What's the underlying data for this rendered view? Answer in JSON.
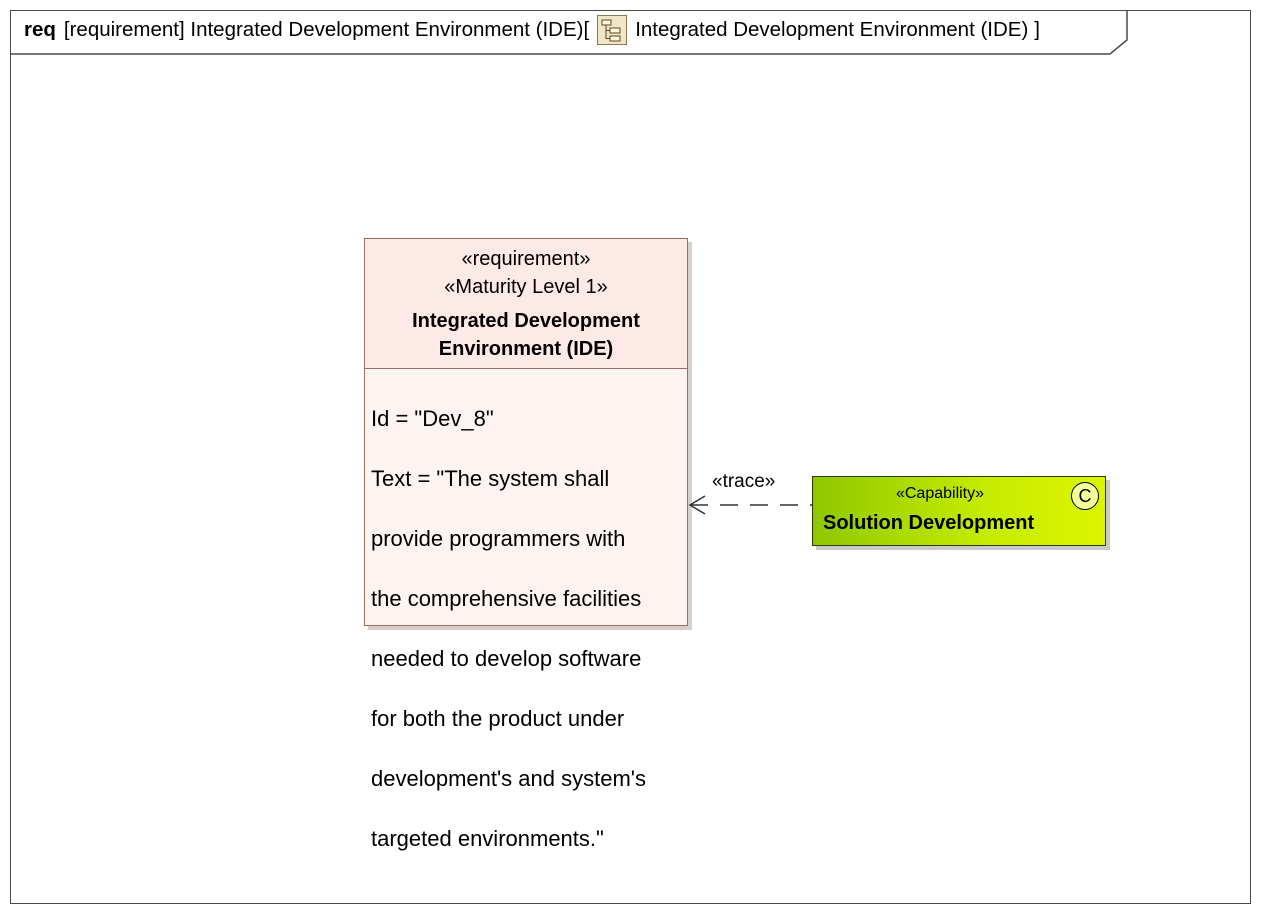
{
  "frame": {
    "keyword": "req",
    "header_text": "[requirement] Integrated Development Environment (IDE)[",
    "diagram_name": "Integrated Development Environment (IDE)",
    "closing": "]",
    "icon": "diagram-tree-icon"
  },
  "requirement": {
    "stereotype1": "«requirement»",
    "stereotype2": "«Maturity Level 1»",
    "name_line1": "Integrated Development",
    "name_line2": "Environment (IDE)",
    "id_line": "Id = \"Dev_8\"",
    "text_lines": [
      "Text = \"The system shall",
      "provide programmers with",
      "the comprehensive facilities",
      "needed to develop software",
      "for both the product under",
      "development's and system's",
      "targeted environments.\""
    ]
  },
  "relation": {
    "label": "«trace»"
  },
  "capability": {
    "stereotype": "«Capability»",
    "name": "Solution Development",
    "badge": "C",
    "colors": {
      "start": "#8fc800",
      "end": "#dcf500"
    }
  }
}
